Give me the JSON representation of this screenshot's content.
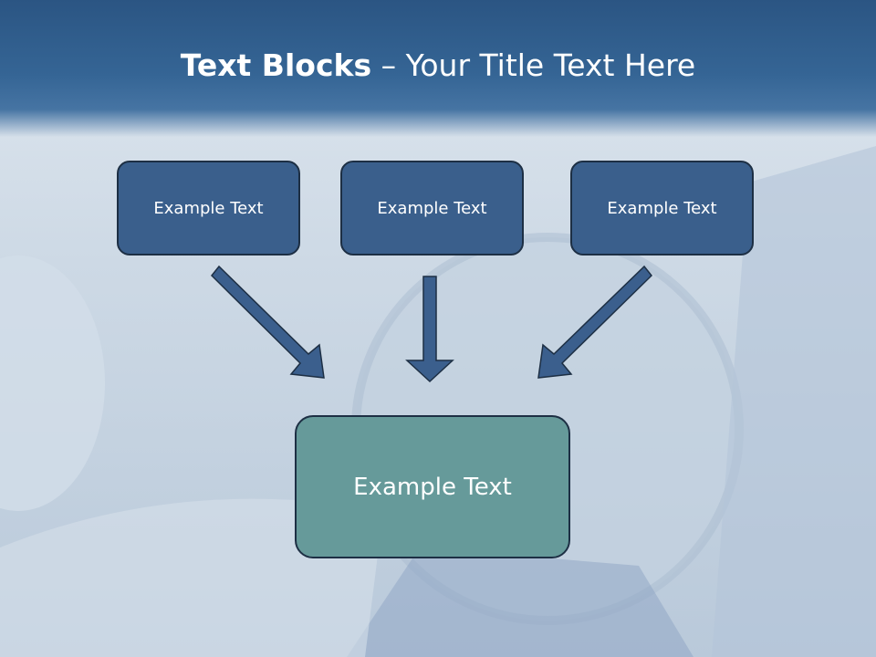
{
  "slide": {
    "title_bold": "Text Blocks",
    "title_separator": " – ",
    "title_rest": "Your Title Text Here"
  },
  "diagram": {
    "top_boxes": [
      {
        "label": "Example Text"
      },
      {
        "label": "Example Text"
      },
      {
        "label": "Example Text"
      }
    ],
    "bottom_box": {
      "label": "Example Text"
    }
  },
  "colors": {
    "header": "#2b5583",
    "top_box_fill": "#3a5f8c",
    "bottom_box_fill": "#669a9a",
    "arrow_fill": "#3b5f8d",
    "outline": "#1d2f44"
  }
}
